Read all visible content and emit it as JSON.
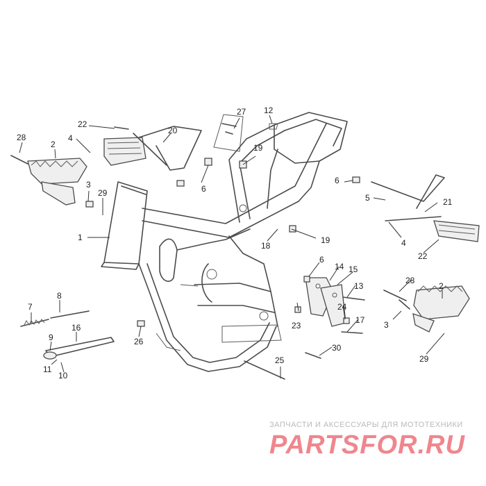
{
  "callouts": [
    {
      "id": "c1",
      "label": "1"
    },
    {
      "id": "c2a",
      "label": "2"
    },
    {
      "id": "c2b",
      "label": "2"
    },
    {
      "id": "c3a",
      "label": "3"
    },
    {
      "id": "c3b",
      "label": "3"
    },
    {
      "id": "c4a",
      "label": "4"
    },
    {
      "id": "c4b",
      "label": "4"
    },
    {
      "id": "c5",
      "label": "5"
    },
    {
      "id": "c6a",
      "label": "6"
    },
    {
      "id": "c6b",
      "label": "6"
    },
    {
      "id": "c6c",
      "label": "6"
    },
    {
      "id": "c7",
      "label": "7"
    },
    {
      "id": "c8",
      "label": "8"
    },
    {
      "id": "c9",
      "label": "9"
    },
    {
      "id": "c10",
      "label": "10"
    },
    {
      "id": "c11",
      "label": "11"
    },
    {
      "id": "c12",
      "label": "12"
    },
    {
      "id": "c13",
      "label": "13"
    },
    {
      "id": "c14",
      "label": "14"
    },
    {
      "id": "c15",
      "label": "15"
    },
    {
      "id": "c16",
      "label": "16"
    },
    {
      "id": "c17",
      "label": "17"
    },
    {
      "id": "c18",
      "label": "18"
    },
    {
      "id": "c19a",
      "label": "19"
    },
    {
      "id": "c19b",
      "label": "19"
    },
    {
      "id": "c20",
      "label": "20"
    },
    {
      "id": "c21",
      "label": "21"
    },
    {
      "id": "c22a",
      "label": "22"
    },
    {
      "id": "c22b",
      "label": "22"
    },
    {
      "id": "c23",
      "label": "23"
    },
    {
      "id": "c24",
      "label": "24"
    },
    {
      "id": "c25",
      "label": "25"
    },
    {
      "id": "c26",
      "label": "26"
    },
    {
      "id": "c27",
      "label": "27"
    },
    {
      "id": "c28a",
      "label": "28"
    },
    {
      "id": "c28b",
      "label": "28"
    },
    {
      "id": "c29a",
      "label": "29"
    },
    {
      "id": "c29b",
      "label": "29"
    },
    {
      "id": "c30",
      "label": "30"
    }
  ],
  "watermark": {
    "tagline": "ЗАПЧАСТИ И АКСЕССУАРЫ ДЛЯ МОТОТЕХНИКИ",
    "logo": "PARTSFOR.RU",
    "logo_color": "#ee7a82"
  }
}
